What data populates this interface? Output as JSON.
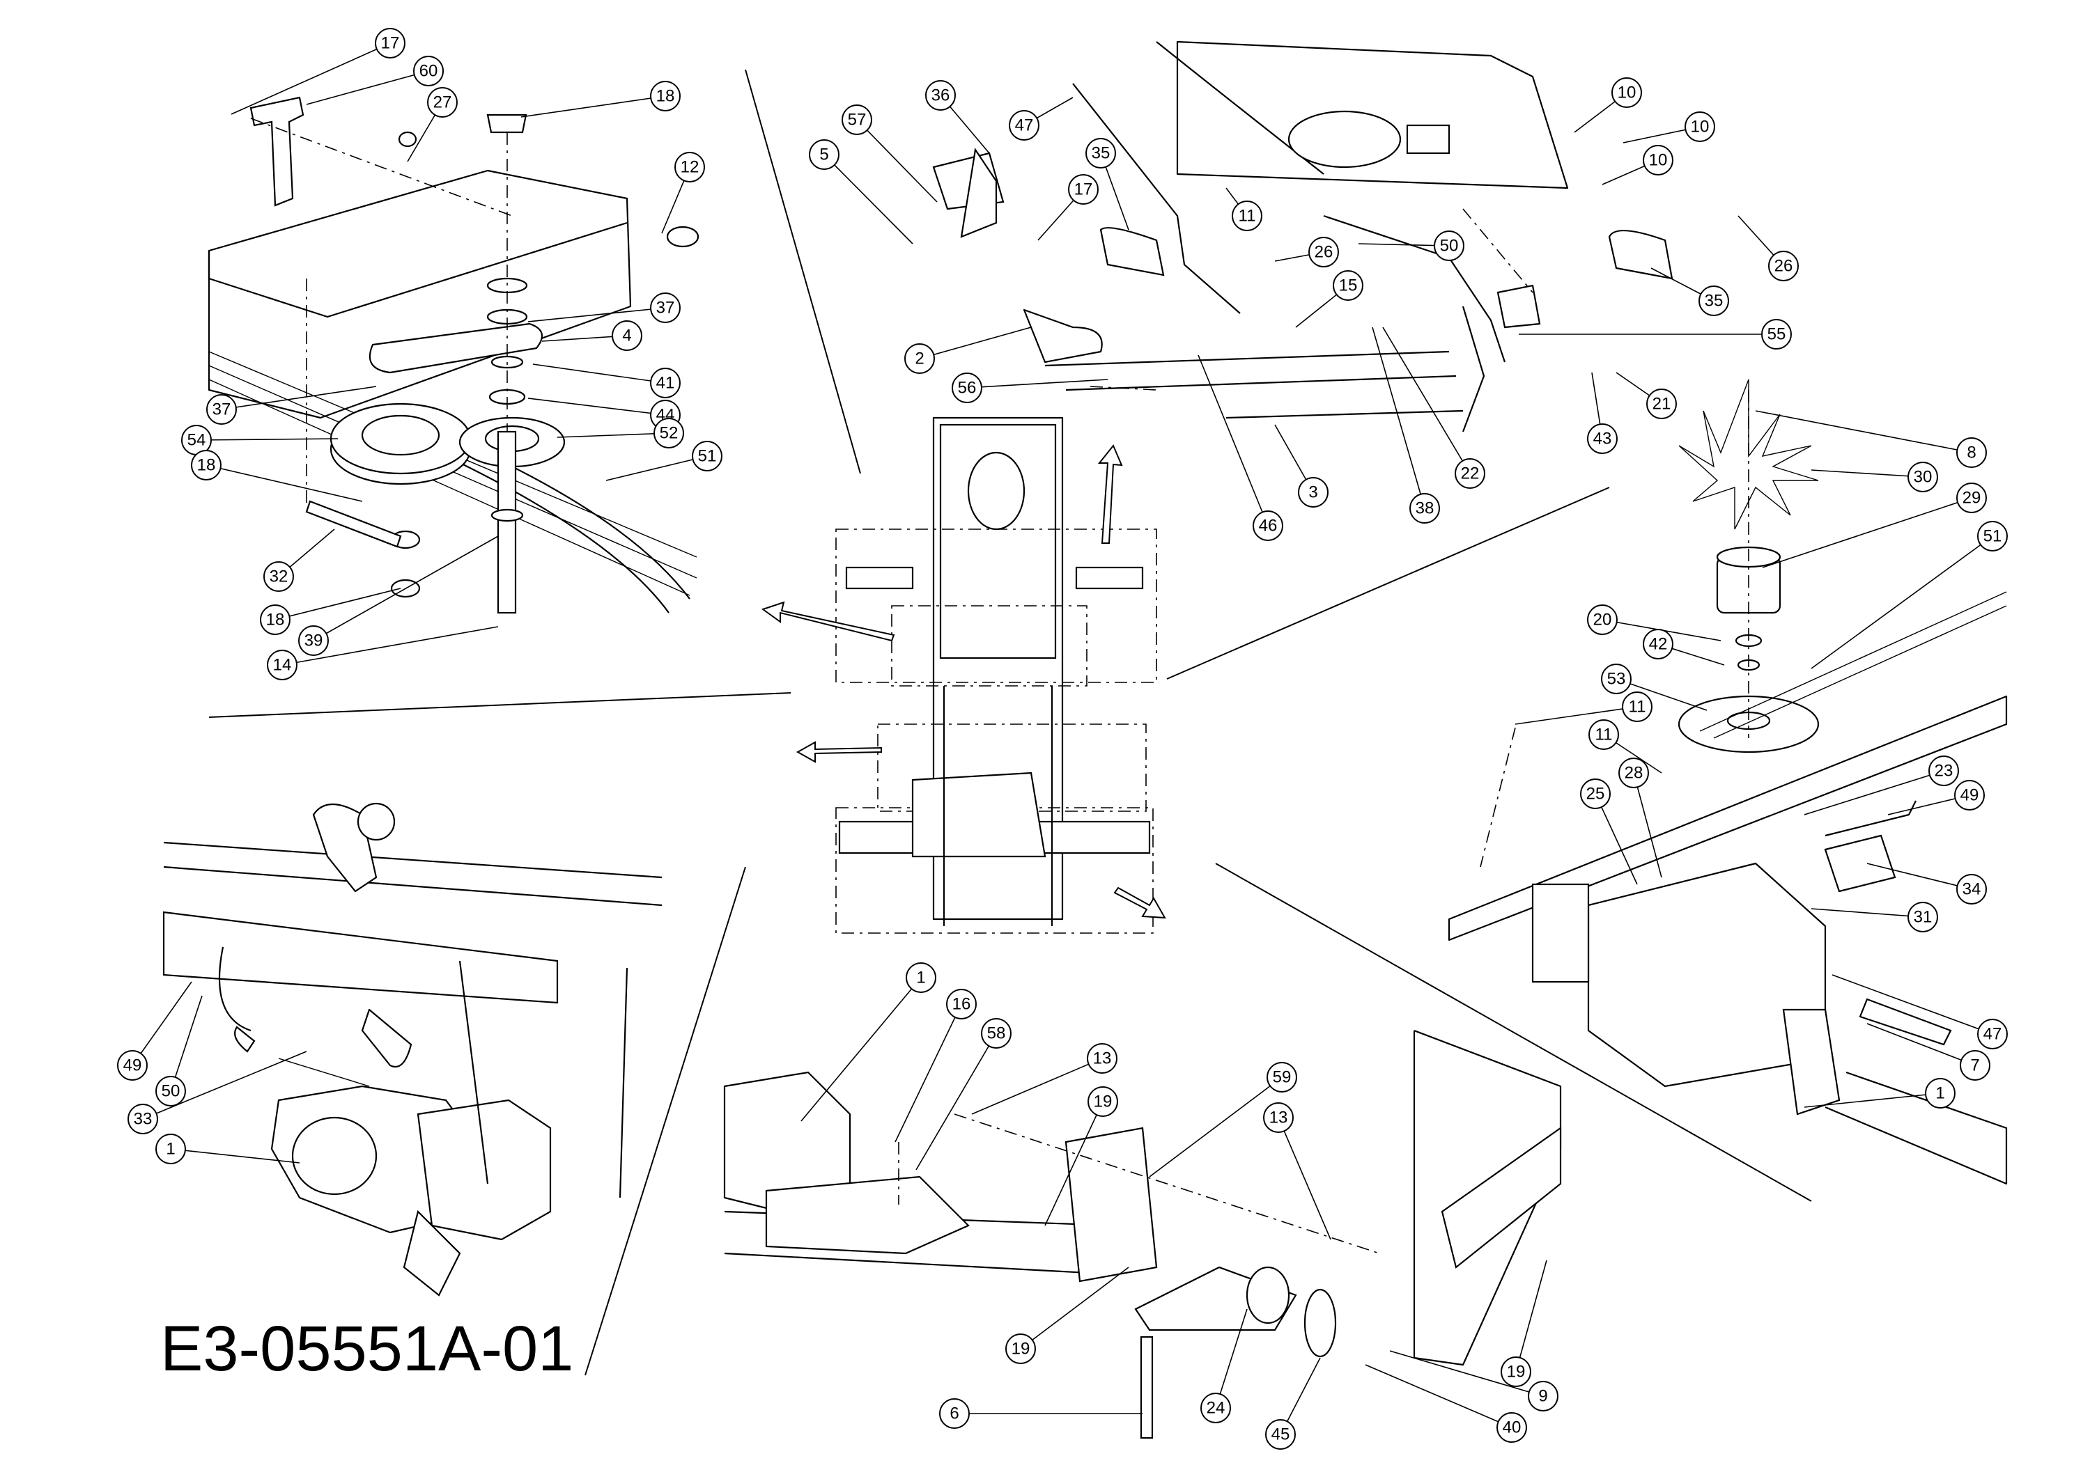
{
  "diagram_code": "E3-05551A-01",
  "callouts": [
    {
      "num": "17",
      "group": "top-left"
    },
    {
      "num": "60",
      "group": "top-left"
    },
    {
      "num": "27",
      "group": "top-left"
    },
    {
      "num": "18",
      "group": "top-left"
    },
    {
      "num": "12",
      "group": "top-left"
    },
    {
      "num": "37",
      "group": "top-left"
    },
    {
      "num": "4",
      "group": "top-left"
    },
    {
      "num": "41",
      "group": "top-left"
    },
    {
      "num": "44",
      "group": "top-left"
    },
    {
      "num": "37",
      "group": "top-left"
    },
    {
      "num": "54",
      "group": "top-left"
    },
    {
      "num": "52",
      "group": "top-left"
    },
    {
      "num": "51",
      "group": "top-left"
    },
    {
      "num": "18",
      "group": "top-left"
    },
    {
      "num": "32",
      "group": "top-left"
    },
    {
      "num": "18",
      "group": "top-left"
    },
    {
      "num": "39",
      "group": "top-left"
    },
    {
      "num": "14",
      "group": "top-left"
    },
    {
      "num": "36",
      "group": "top-center"
    },
    {
      "num": "47",
      "group": "top-center"
    },
    {
      "num": "57",
      "group": "top-center"
    },
    {
      "num": "35",
      "group": "top-center"
    },
    {
      "num": "5",
      "group": "top-center"
    },
    {
      "num": "17",
      "group": "top-center"
    },
    {
      "num": "11",
      "group": "top-center"
    },
    {
      "num": "10",
      "group": "top-center"
    },
    {
      "num": "10",
      "group": "top-center"
    },
    {
      "num": "10",
      "group": "top-center"
    },
    {
      "num": "50",
      "group": "top-center"
    },
    {
      "num": "26",
      "group": "top-center"
    },
    {
      "num": "26",
      "group": "top-center"
    },
    {
      "num": "15",
      "group": "top-center"
    },
    {
      "num": "35",
      "group": "top-center"
    },
    {
      "num": "2",
      "group": "top-center"
    },
    {
      "num": "55",
      "group": "top-center"
    },
    {
      "num": "56",
      "group": "top-center"
    },
    {
      "num": "21",
      "group": "top-center"
    },
    {
      "num": "43",
      "group": "top-center"
    },
    {
      "num": "22",
      "group": "top-center"
    },
    {
      "num": "3",
      "group": "top-center"
    },
    {
      "num": "38",
      "group": "top-center"
    },
    {
      "num": "46",
      "group": "top-center"
    },
    {
      "num": "8",
      "group": "right"
    },
    {
      "num": "30",
      "group": "right"
    },
    {
      "num": "29",
      "group": "right"
    },
    {
      "num": "51",
      "group": "right"
    },
    {
      "num": "20",
      "group": "right"
    },
    {
      "num": "42",
      "group": "right"
    },
    {
      "num": "53",
      "group": "right"
    },
    {
      "num": "11",
      "group": "right"
    },
    {
      "num": "11",
      "group": "right"
    },
    {
      "num": "28",
      "group": "right"
    },
    {
      "num": "25",
      "group": "right"
    },
    {
      "num": "23",
      "group": "right"
    },
    {
      "num": "49",
      "group": "right"
    },
    {
      "num": "34",
      "group": "right"
    },
    {
      "num": "31",
      "group": "right"
    },
    {
      "num": "47",
      "group": "right"
    },
    {
      "num": "7",
      "group": "right"
    },
    {
      "num": "1",
      "group": "right"
    },
    {
      "num": "49",
      "group": "bottom-left"
    },
    {
      "num": "50",
      "group": "bottom-left"
    },
    {
      "num": "33",
      "group": "bottom-left"
    },
    {
      "num": "1",
      "group": "bottom-left"
    },
    {
      "num": "1",
      "group": "bottom-center"
    },
    {
      "num": "16",
      "group": "bottom-center"
    },
    {
      "num": "58",
      "group": "bottom-center"
    },
    {
      "num": "13",
      "group": "bottom-center"
    },
    {
      "num": "19",
      "group": "bottom-center"
    },
    {
      "num": "59",
      "group": "bottom-center"
    },
    {
      "num": "13",
      "group": "bottom-center"
    },
    {
      "num": "19",
      "group": "bottom-center"
    },
    {
      "num": "19",
      "group": "bottom-center"
    },
    {
      "num": "9",
      "group": "bottom-center"
    },
    {
      "num": "6",
      "group": "bottom-center"
    },
    {
      "num": "24",
      "group": "bottom-center"
    },
    {
      "num": "45",
      "group": "bottom-center"
    },
    {
      "num": "40",
      "group": "bottom-center"
    }
  ]
}
